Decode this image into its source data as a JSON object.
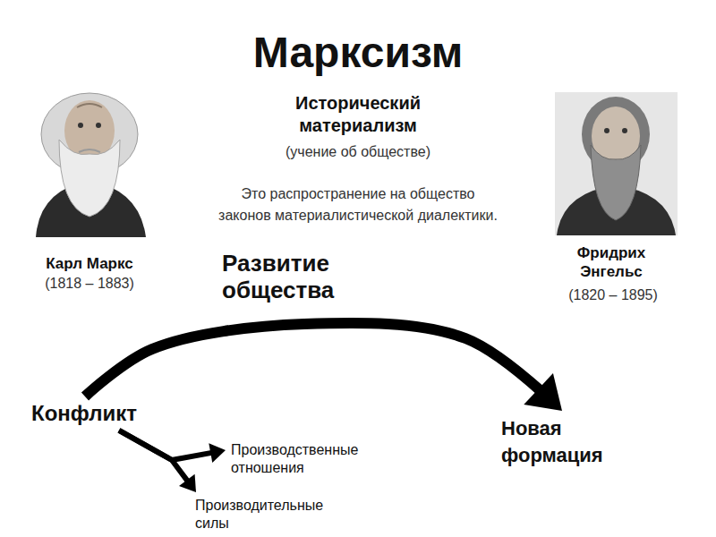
{
  "diagram": {
    "title": "Марксизм",
    "nodes": [
      {
        "text": [
          "Конфликт"
        ]
      },
      {
        "text": [
          "Новая формация"
        ]
      },
      {
        "text": [
          "Производственные отношения"
        ]
      },
      {
        "text": [
          "Производительные силы"
        ]
      }
    ],
    "edges": [
      {
        "from": 0,
        "to": 1,
        "arrow": "to",
        "label": "Развитие общества"
      },
      {
        "from": 0,
        "to": 2,
        "arrow": "to"
      },
      {
        "from": 0,
        "to": 3,
        "arrow": "to"
      }
    ],
    "labels": [
      "Карл Маркс",
      "(1818 – 1883)",
      "Исторический материализм",
      "(учение об обществе)",
      "Это распространение на общество законов материалистической диалектики.",
      "Фридрих Энгельс",
      "(1820 – 1895)"
    ]
  }
}
